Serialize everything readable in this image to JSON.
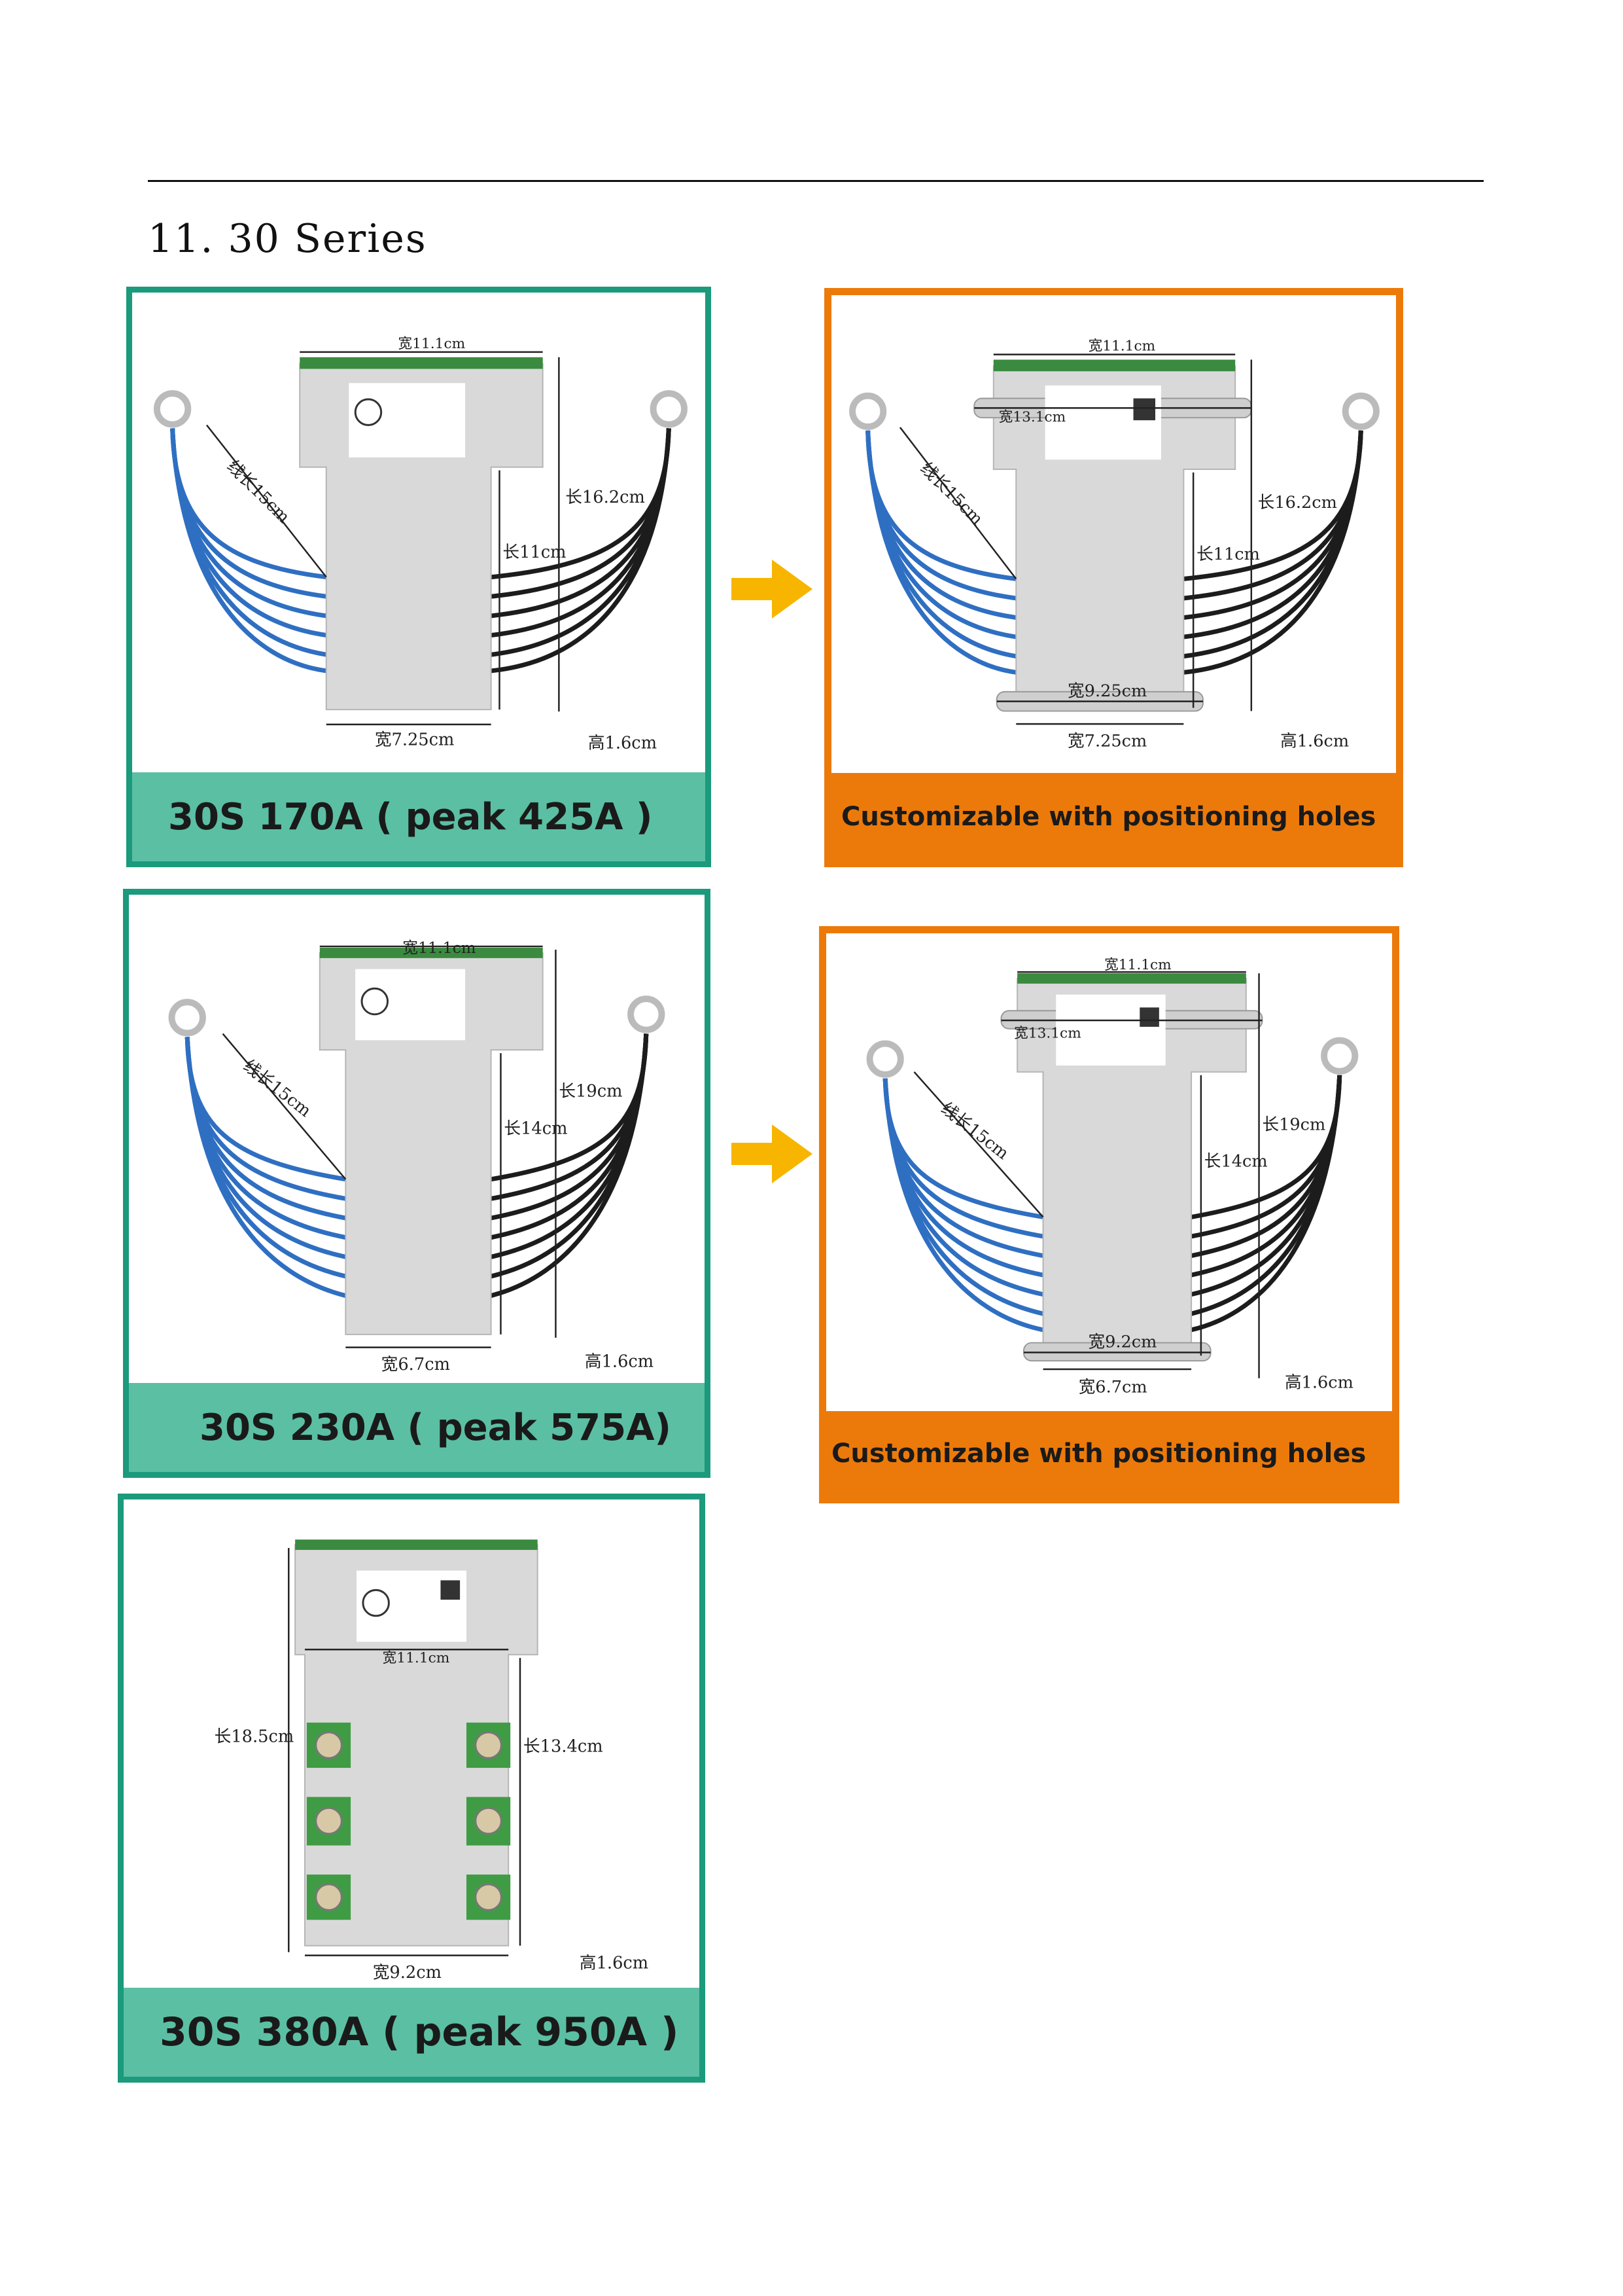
{
  "page": {
    "heading": "11. 30 Series"
  },
  "colors": {
    "green_border": "#1b9a7c",
    "green_caption": "#5bbfa3",
    "orange": "#ec7a0a",
    "arrow": "#f7b500"
  },
  "products": [
    {
      "caption": "30S 170A ( peak 425A )",
      "dims": {
        "top_width": "宽11.1cm",
        "wire": "线长15cm",
        "total_length": "长16.2cm",
        "body_length": "长11cm",
        "bottom_width": "宽7.25cm",
        "height": "高1.6cm"
      }
    },
    {
      "caption": "Customizable with positioning holes",
      "dims": {
        "top_width": "宽11.1cm",
        "hole_span": "宽13.1cm",
        "wire": "线长15cm",
        "total_length": "长16.2cm",
        "body_length": "长11cm",
        "hole_width": "宽9.25cm",
        "bottom_width": "宽7.25cm",
        "height": "高1.6cm"
      }
    },
    {
      "caption": "30S 230A ( peak 575A)",
      "dims": {
        "top_width": "宽11.1cm",
        "wire": "线长15cm",
        "total_length": "长19cm",
        "body_length": "长14cm",
        "bottom_width": "宽6.7cm",
        "height": "高1.6cm"
      }
    },
    {
      "caption": "Customizable with positioning holes",
      "dims": {
        "top_width": "宽11.1cm",
        "hole_span": "宽13.1cm",
        "wire": "线长15cm",
        "total_length": "长19cm",
        "body_length": "长14cm",
        "hole_width": "宽9.2cm",
        "bottom_width": "宽6.7cm",
        "height": "高1.6cm"
      }
    },
    {
      "caption": "30S 380A ( peak 950A )",
      "dims": {
        "top_width": "宽11.1cm",
        "total_length": "长18.5cm",
        "body_length": "长13.4cm",
        "bottom_width": "宽9.2cm",
        "height": "高1.6cm"
      }
    }
  ]
}
